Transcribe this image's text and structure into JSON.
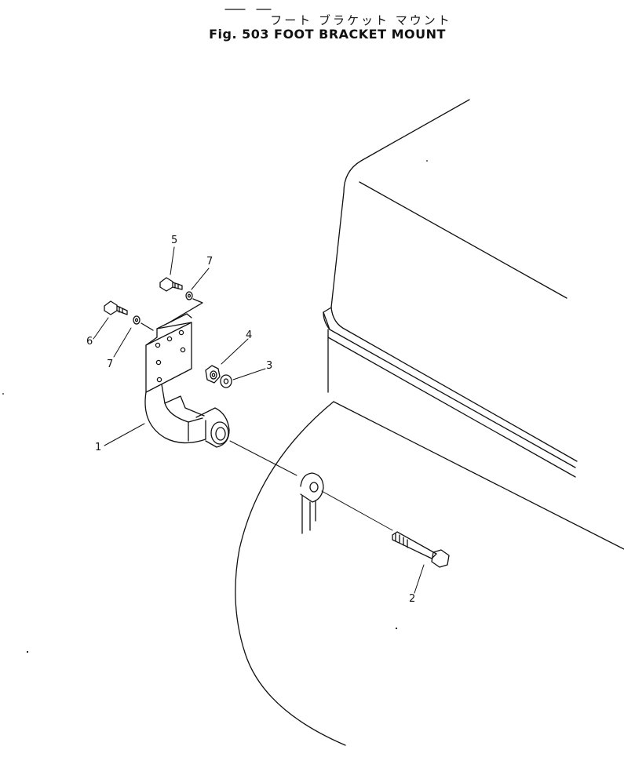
{
  "title": {
    "japanese": "フート ブラケット マウント",
    "fig_number": "Fig. 503",
    "english": "FOOT BRACKET MOUNT"
  },
  "callouts": [
    {
      "id": "c1",
      "label": "1"
    },
    {
      "id": "c2",
      "label": "2"
    },
    {
      "id": "c3",
      "label": "3"
    },
    {
      "id": "c4",
      "label": "4"
    },
    {
      "id": "c5",
      "label": "5"
    },
    {
      "id": "c6",
      "label": "6"
    },
    {
      "id": "c7a",
      "label": "7"
    },
    {
      "id": "c7b",
      "label": "7"
    }
  ]
}
